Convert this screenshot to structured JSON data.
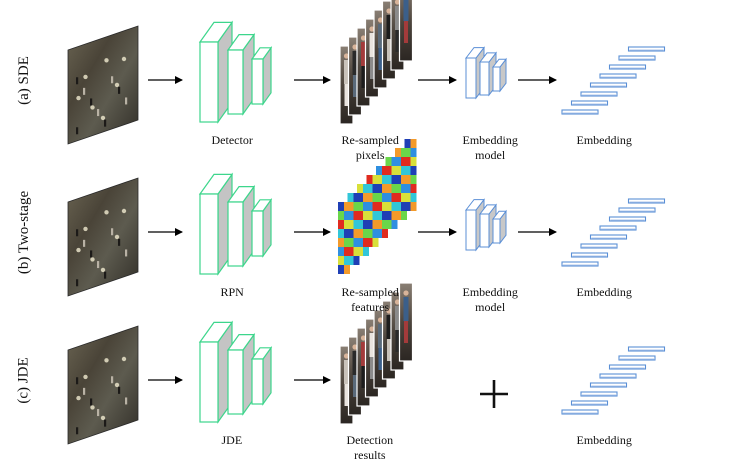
{
  "rows": [
    {
      "id": "sde",
      "side_label": "(a) SDE",
      "steps": [
        "Detector",
        "Re-sampled pixels",
        "Embedding model",
        "Embedding"
      ],
      "step_lines": [
        [
          "Detector"
        ],
        [
          "Re-sampled",
          "pixels"
        ],
        [
          "Embedding",
          "model"
        ],
        [
          "Embedding"
        ]
      ]
    },
    {
      "id": "two-stage",
      "side_label": "(b) Two-stage",
      "steps": [
        "RPN",
        "Re-sampled features",
        "Embedding model",
        "Embedding"
      ],
      "step_lines": [
        [
          "RPN"
        ],
        [
          "Re-sampled",
          "features"
        ],
        [
          "Embedding",
          "model"
        ],
        [
          "Embedding"
        ]
      ]
    },
    {
      "id": "jde",
      "side_label": "(c) JDE",
      "steps": [
        "JDE",
        "Detection results",
        "Embedding"
      ],
      "step_lines": [
        [
          "JDE"
        ],
        [
          "Detection",
          "results"
        ],
        [],
        [
          "Embedding"
        ]
      ],
      "combine_symbol": "+"
    }
  ],
  "colors": {
    "network_outline": "#3dd68c",
    "network_fill": "#c4c4c4",
    "embedding_outline": "#5b8fd6",
    "embedding_fill": "#c8c8c8",
    "arrow": "#000000"
  }
}
